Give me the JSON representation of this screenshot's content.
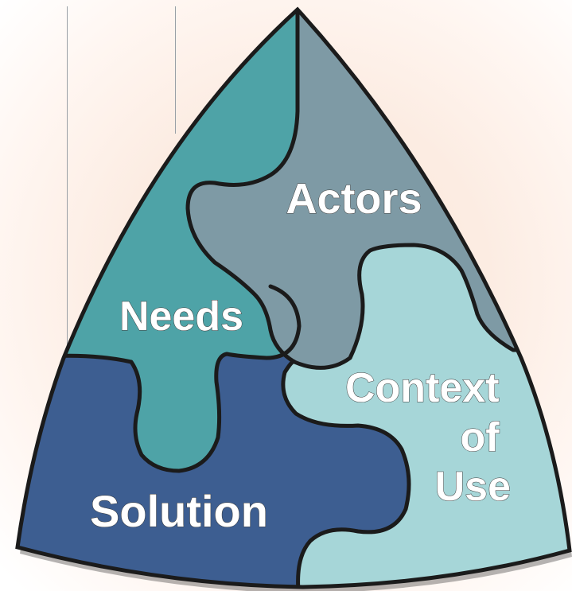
{
  "pieces": [
    {
      "id": "needs",
      "label_lines": [
        "Needs"
      ],
      "color": "#4ea3a7"
    },
    {
      "id": "actors",
      "label_lines": [
        "Actors"
      ],
      "color": "#7e9aa5"
    },
    {
      "id": "solution",
      "label_lines": [
        "Solution"
      ],
      "color": "#3d5e91"
    },
    {
      "id": "context",
      "label_lines": [
        "Context",
        "of",
        "Use"
      ],
      "color": "#a6d6d8"
    }
  ],
  "outline_color": "#1b1b1b"
}
